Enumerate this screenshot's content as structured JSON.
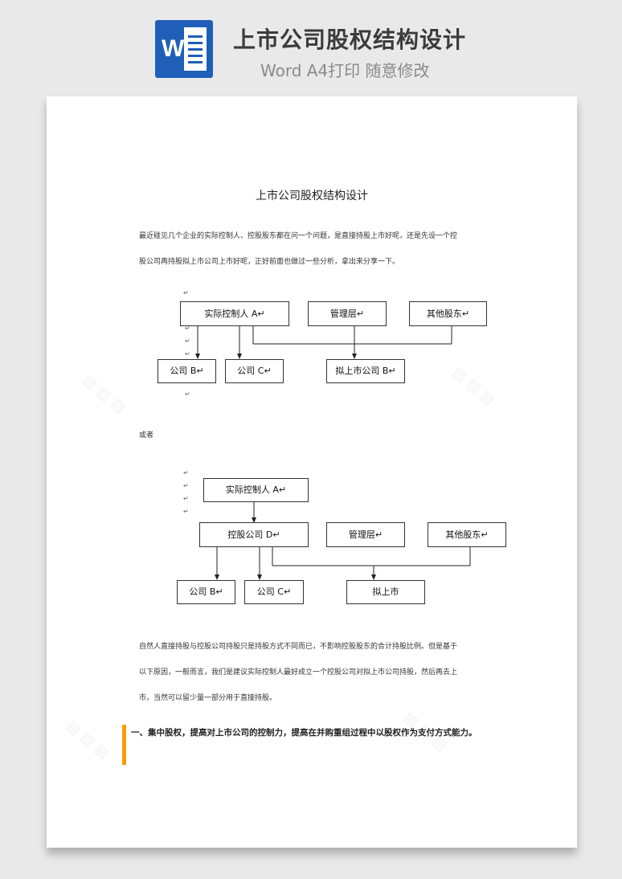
{
  "header": {
    "icon_letter": "W",
    "title": "上市公司股权结构设计",
    "subtitle": "Word A4打印 随意修改"
  },
  "document": {
    "title": "上市公司股权结构设计",
    "intro_line1": "最近碰见几个企业的实际控制人、控股股东都在问一个问题，是直接持股上市好呢，还是先设一个控",
    "intro_line2": "股公司再持股拟上市公司上市好呢，正好前面也做过一些分析，拿出来分享一下。",
    "or_text": "或者",
    "para2_line1": "自然人直接持股与控股公司持股只是持股方式不同而已，不影响控股股东的合计持股比例。但是基于",
    "para2_line2": "以下原因，一般而言，我们是建议实际控制人最好成立一个控股公司对拟上市公司持股，然后再去上",
    "para2_line3": "市，当然可以留少量一部分用于直接持股。",
    "highlight": "一、集中股权，提高对上市公司的控制力，提高在并购重组过程中以股权作为支付方式能力。"
  },
  "diagram1": {
    "controller": "实际控制人 A",
    "management": "管理层",
    "other_shareholders": "其他股东",
    "company_b": "公司 B",
    "company_c": "公司 C",
    "listing_company": "拟上市公司 B"
  },
  "diagram2": {
    "controller": "实际控制人 A",
    "holding_company": "控股公司 D",
    "management": "管理层",
    "other_shareholders": "其他股东",
    "company_b": "公司 B",
    "company_c": "公司 C",
    "listing": "拟上市"
  },
  "marks": {
    "paragraph_mark": "↵"
  },
  "colors": {
    "word_blue": "#1f5fb8",
    "accent_orange": "#f5a000"
  }
}
